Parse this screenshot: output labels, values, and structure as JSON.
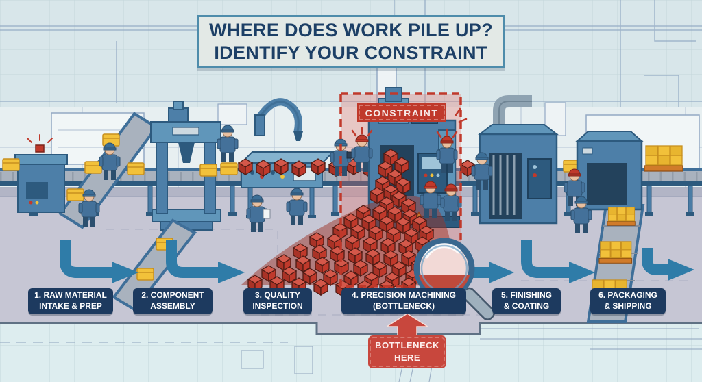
{
  "title": {
    "line1": "WHERE DOES WORK PILE UP?",
    "line2": "IDENTIFY YOUR CONSTRAINT"
  },
  "constraint_tag": "CONSTRAINT",
  "bottleneck_callout": {
    "line1": "BOTTLENECK",
    "line2": "HERE"
  },
  "stages": [
    {
      "line1": "1. RAW MATERIAL",
      "line2": "INTAKE & PREP"
    },
    {
      "line1": "2. COMPONENT",
      "line2": "ASSEMBLY"
    },
    {
      "line1": "3. QUALITY",
      "line2": "INSPECTION"
    },
    {
      "line1": "4. PRECISION MACHINING",
      "line2": "(BOTTLENECK)"
    },
    {
      "line1": "5. FINISHING",
      "line2": "& COATING"
    },
    {
      "line1": "6. PACKAGING",
      "line2": "& SHIPPING"
    }
  ],
  "icons": {
    "magnifier": "magnifying-glass",
    "bottleneck_arrow": "arrow-up",
    "flow_arrow": "arrow-right",
    "warning": "warning-triangle",
    "beacon": "alarm-light"
  },
  "theme": {
    "bg": "#d8e6ea",
    "floor": "#c6c6d4",
    "machine": "#4d7fa8",
    "machine_dark": "#2d5a7e",
    "belt": "#a9b2be",
    "yellow": "#f2c13a",
    "red": "#c0392b",
    "navy": "#1d3a5f",
    "arrow": "#2f7ca8",
    "title_text": "#1c3f66",
    "title_bg": "#e3e9e6",
    "title_border": "#4e8cab",
    "callout_red": "#c8473d"
  }
}
